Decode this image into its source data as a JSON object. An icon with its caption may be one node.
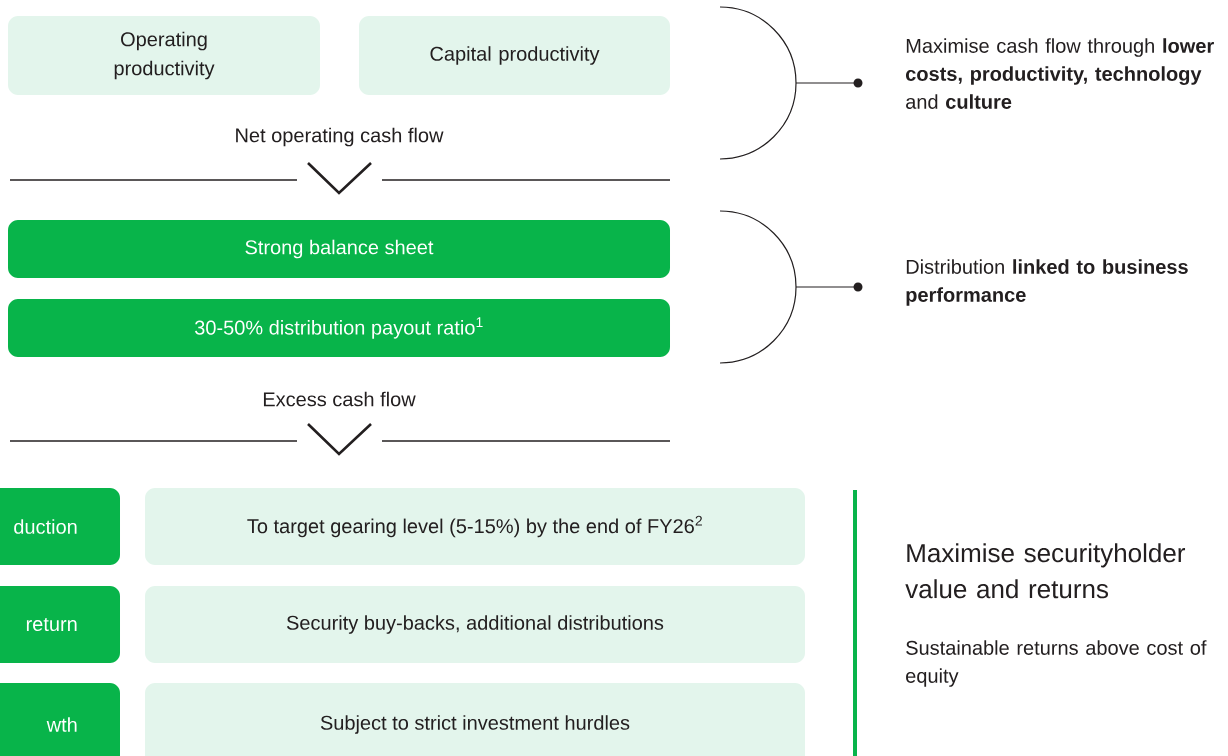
{
  "diagram": {
    "nodes": [
      {
        "text": [
          "Operating productivity"
        ]
      },
      {
        "text": [
          "Capital productivity"
        ]
      },
      {
        "text": [
          "Strong balance sheet"
        ]
      },
      {
        "text": [
          "30-50% distribution payout ratio$^{1}$"
        ]
      },
      {
        "text": [
          "duction"
        ]
      },
      {
        "text": [
          "To target gearing level (5-15%) by the end of FY26$^{2}$"
        ]
      },
      {
        "text": [
          "return"
        ]
      },
      {
        "text": [
          "Security buy-backs, additional distributions"
        ]
      },
      {
        "text": [
          "wth"
        ]
      },
      {
        "text": [
          "Subject to strict investment hurdles"
        ]
      }
    ],
    "labels": [
      "Maximise cash flow through **lower costs, productivity, technology** and **culture**",
      "Net operating cash flow",
      "Distribution **linked to business performance**",
      "Excess cash flow",
      "Maximise securityholder value and returns",
      "Sustainable returns above cost of equity"
    ]
  }
}
